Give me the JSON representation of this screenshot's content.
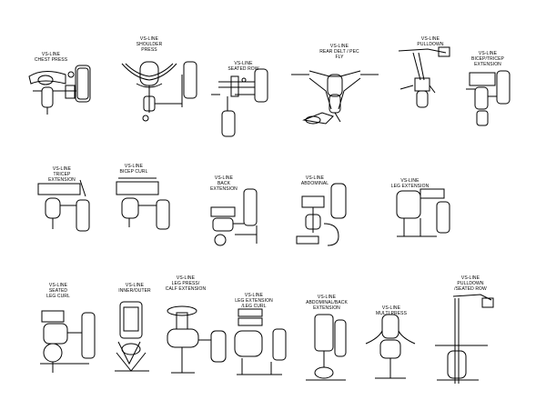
{
  "labels": {
    "chest_press": "VS-LINE\nCHEST PRESS",
    "shoulder_press": "VS-LINE\nSHOULDER\nPRESS",
    "seated_row": "VS-LINE\nSEATED ROW",
    "rear_delt": "VS-LINE\nREAR DELT / PEC\nFLY",
    "pulldown": "VS-LINE\nPULLDOWN",
    "bicep_tricep": "VS-LINE\nBICEP/TRICEP\nEXTENSION",
    "tricep_ext": "VS-LINE\nTRICEP\nEXTENSION",
    "bicep_curl": "VS-LINE\nBICEP CURL",
    "back_ext": "VS-LINE\nBACK\nEXTENSION",
    "abdominal": "VS-LINE\nABDOMINAL",
    "leg_ext": "VS-LINE\nLEG EXTENSION",
    "seated_leg_curl": "VS-LINE\nSEATED\nLEG CURL",
    "inner_outer": "VS-LINE\nINNER/OUTER",
    "leg_press_calf": "VS-LINE\nLEG PRESS/\nCALF EXTENSION",
    "leg_ext_curl": "VS-LINE\nLEG EXTENSION\n/LEG CURL",
    "abdominal_back": "VS-LINE\nABDOMINAL/BACK\nEXTENSION",
    "multi_press": "VS-LINE\nMULTI PRESS",
    "pulldown_row": "VS-LINE\nPULLDOWN\n/SEATED ROW"
  }
}
